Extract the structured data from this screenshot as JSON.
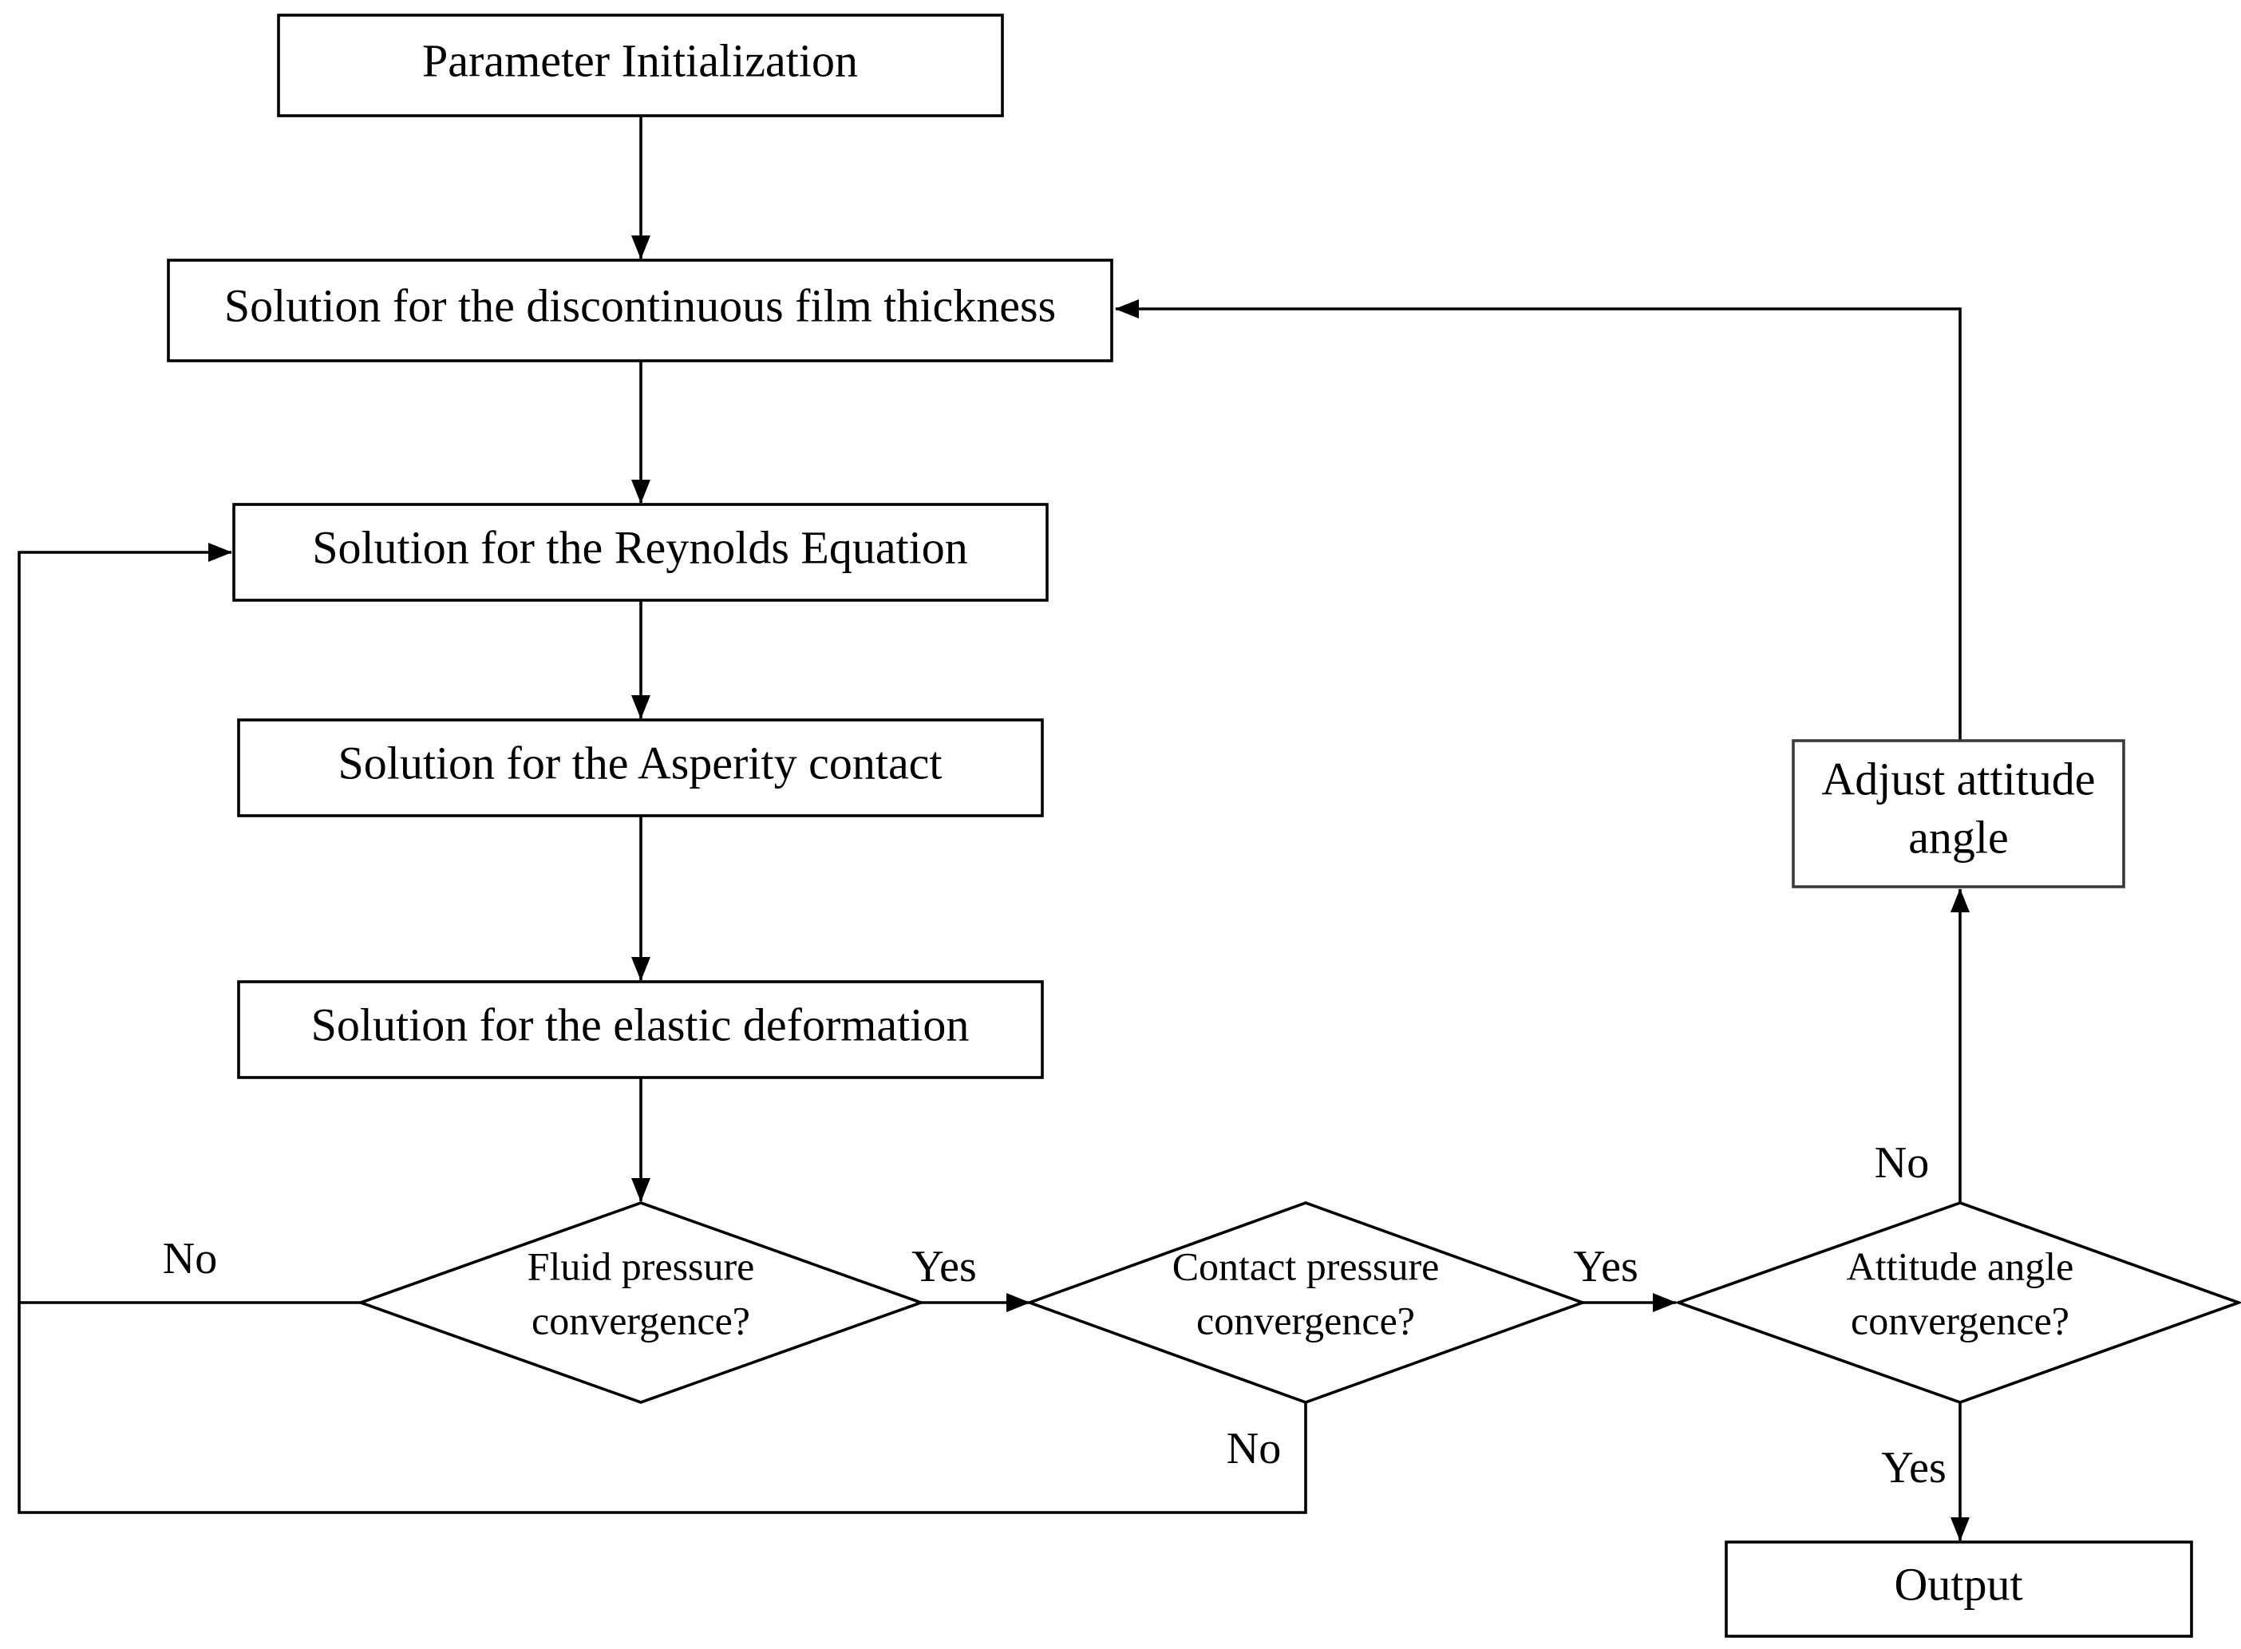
{
  "nodes": {
    "param_init": "Parameter Initialization",
    "film_thickness": "Solution for the discontinuous film thickness",
    "reynolds": "Solution for the Reynolds Equation",
    "asperity": "Solution for the Asperity contact",
    "elastic": "Solution for the elastic deformation",
    "fluid_conv": [
      "Fluid pressure",
      "convergence?"
    ],
    "contact_conv": [
      "Contact pressure",
      "convergence?"
    ],
    "attitude_conv": [
      "Attitude angle",
      "convergence?"
    ],
    "adjust_angle": [
      "Adjust attitude",
      "angle"
    ],
    "output": "Output"
  },
  "edge_labels": {
    "fluid_no": "No",
    "fluid_yes": "Yes",
    "contact_no": "No",
    "contact_yes": "Yes",
    "attitude_no": "No",
    "attitude_yes": "Yes"
  },
  "colors": {
    "line": "#000000",
    "adjust_box_border": "#3a3a3a",
    "background": "#ffffff"
  }
}
